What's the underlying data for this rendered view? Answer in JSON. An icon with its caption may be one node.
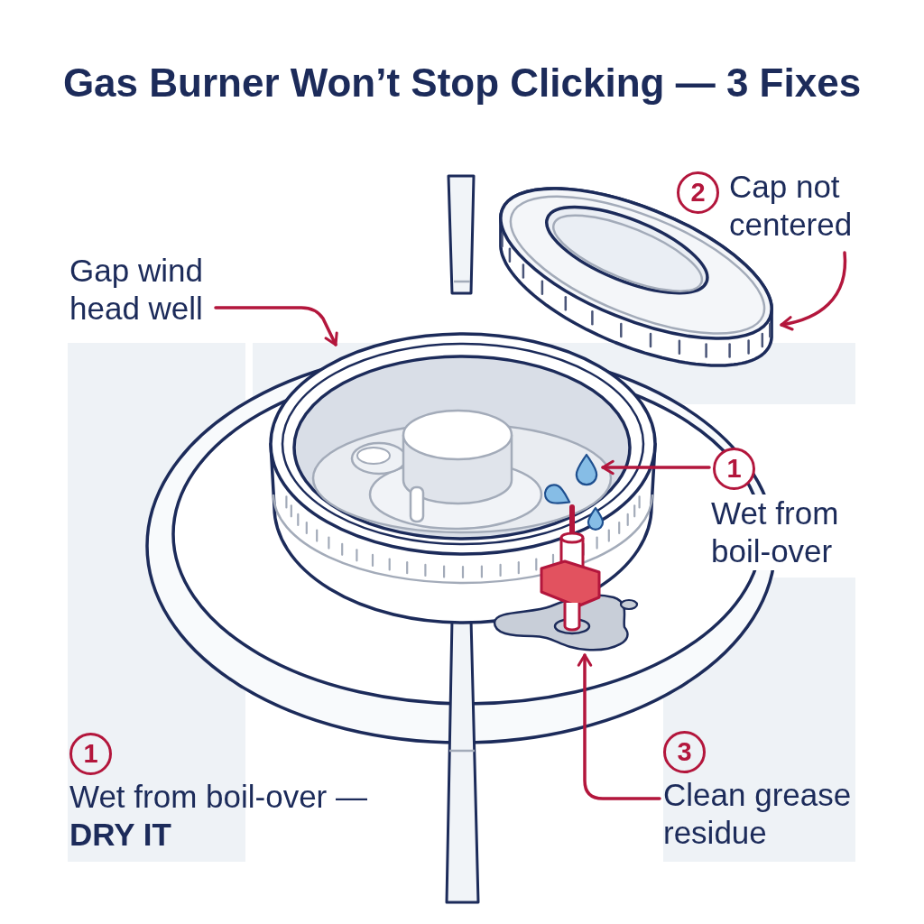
{
  "diagram": {
    "title": "Gas Burner Won’t Stop Clicking — 3 Fixes",
    "nodes": [
      {
        "text": [
          "2",
          "Cap not centered"
        ]
      },
      {
        "text": [],
        "shape": "picture"
      },
      {
        "text": [
          "Gap wind head well"
        ]
      },
      {
        "text": [],
        "shape": "picture"
      },
      {
        "text": [
          "1",
          "Wet from boil-over"
        ]
      },
      {
        "text": [],
        "shape": "picture",
        "in": 3
      },
      {
        "text": [
          "1",
          "Wet from boil-over — **DRY IT**"
        ]
      },
      {
        "text": [
          "3",
          "Clean grease residue"
        ]
      },
      {
        "text": [],
        "shape": "picture"
      }
    ],
    "edges": [
      {
        "from": 0,
        "to": 1,
        "arrow": "to"
      },
      {
        "from": 2,
        "to": 3,
        "arrow": "to"
      },
      {
        "from": 4,
        "to": 5,
        "arrow": "to"
      },
      {
        "from": 7,
        "to": 8,
        "arrow": "to"
      }
    ]
  }
}
